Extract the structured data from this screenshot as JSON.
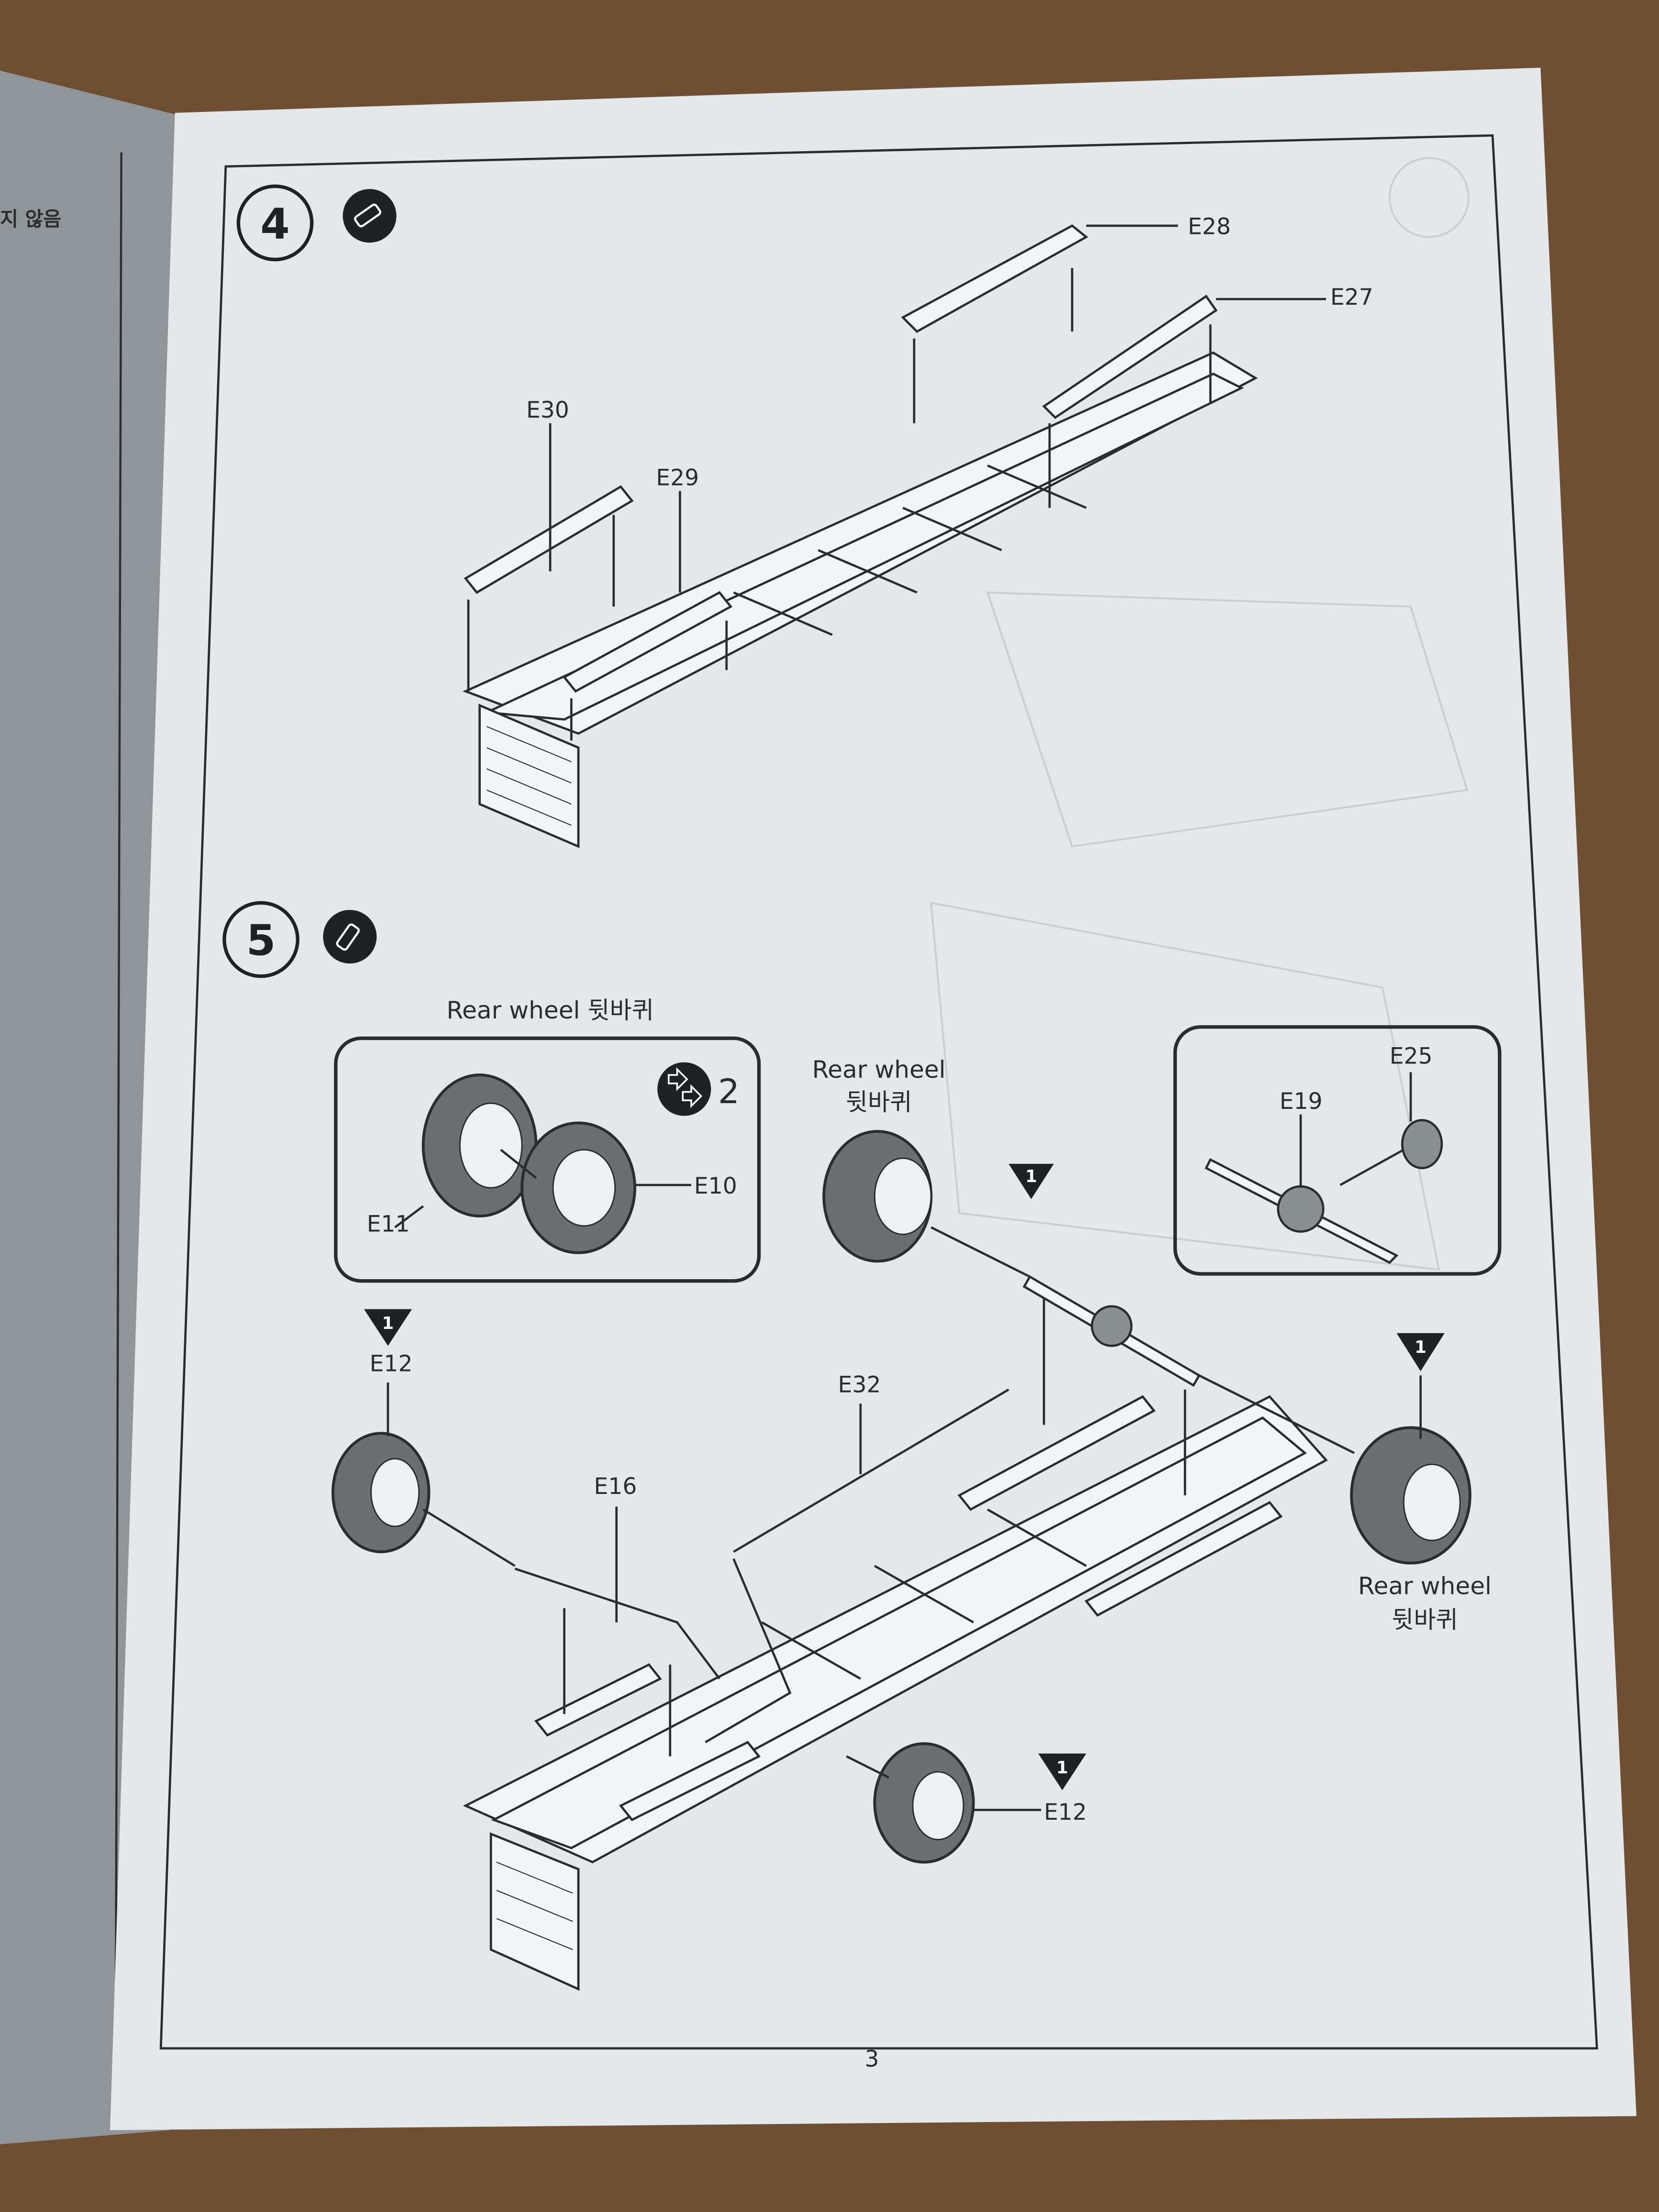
{
  "left_page": {
    "text": "지 않음"
  },
  "step4": {
    "number": "4",
    "icon": "paint-brush-icon",
    "labels": {
      "e28": "E28",
      "e27": "E27",
      "e30": "E30",
      "e29": "E29"
    }
  },
  "step5": {
    "number": "5",
    "icon": "paint-brush-icon",
    "inset_left": {
      "title": "Rear wheel 뒷바퀴",
      "repeat_icon": "repeat-arrows-icon",
      "repeat_count": "2",
      "labels": {
        "e11": "E11",
        "e10": "E10"
      }
    },
    "inset_right": {
      "labels": {
        "e25": "E25",
        "e19": "E19"
      }
    },
    "rear_wheel_top": {
      "en": "Rear wheel",
      "ko": "뒷바퀴",
      "marker": "1"
    },
    "rear_wheel_right": {
      "en": "Rear wheel",
      "ko": "뒷바퀴",
      "marker": "1"
    },
    "front_left": {
      "label": "E12",
      "marker": "1"
    },
    "front_right": {
      "label": "E12",
      "marker": "1"
    },
    "labels": {
      "e32": "E32",
      "e16": "E16"
    }
  },
  "footer": {
    "page_number": "3"
  },
  "colors": {
    "paper": "#e6eaec",
    "wood": "#6e4f33",
    "ink": "#2a2d30"
  }
}
